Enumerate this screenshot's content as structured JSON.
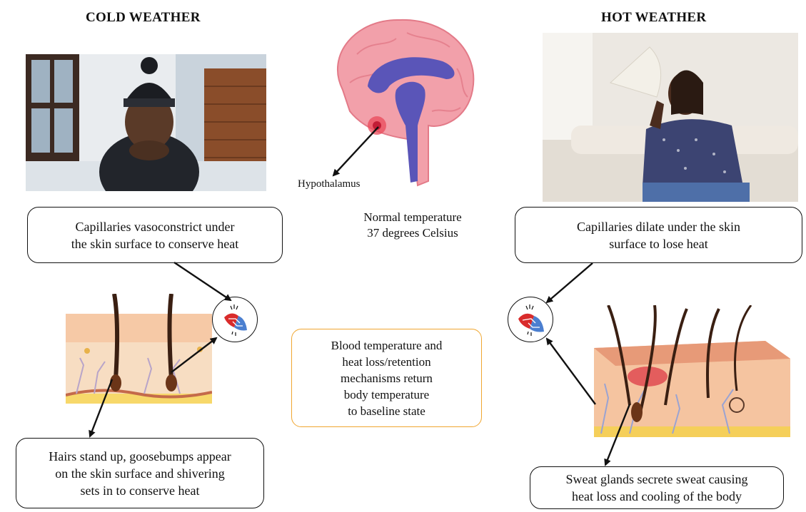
{
  "headings": {
    "cold": "COLD WEATHER",
    "hot": "HOT WEATHER"
  },
  "brain": {
    "label": "Hypothalamus"
  },
  "normal_temp": {
    "line1": "Normal temperature",
    "line2": "37 degrees Celsius"
  },
  "cold": {
    "vaso_line1": "Capillaries vasoconstrict under",
    "vaso_line2": "the skin surface to conserve heat",
    "hairs_line1": "Hairs stand up, goosebumps appear",
    "hairs_line2": "on the skin surface and shivering",
    "hairs_line3": "sets in to conserve heat"
  },
  "hot": {
    "dilate_line1": "Capillaries dilate under the skin",
    "dilate_line2": "surface to lose heat",
    "sweat_line1": "Sweat glands secrete sweat causing",
    "sweat_line2": "heat loss and cooling of the body"
  },
  "center": {
    "line1": "Blood temperature and",
    "line2": "heat loss/retention",
    "line3": "mechanisms return",
    "line4": "body temperature",
    "line5": "to baseline state"
  },
  "colors": {
    "orange_border": "#f0a630",
    "brain_pink": "#f2a0aa",
    "brain_purple": "#5a55b8",
    "vessel_red": "#d92b2b",
    "vessel_blue": "#4b7fd0"
  }
}
